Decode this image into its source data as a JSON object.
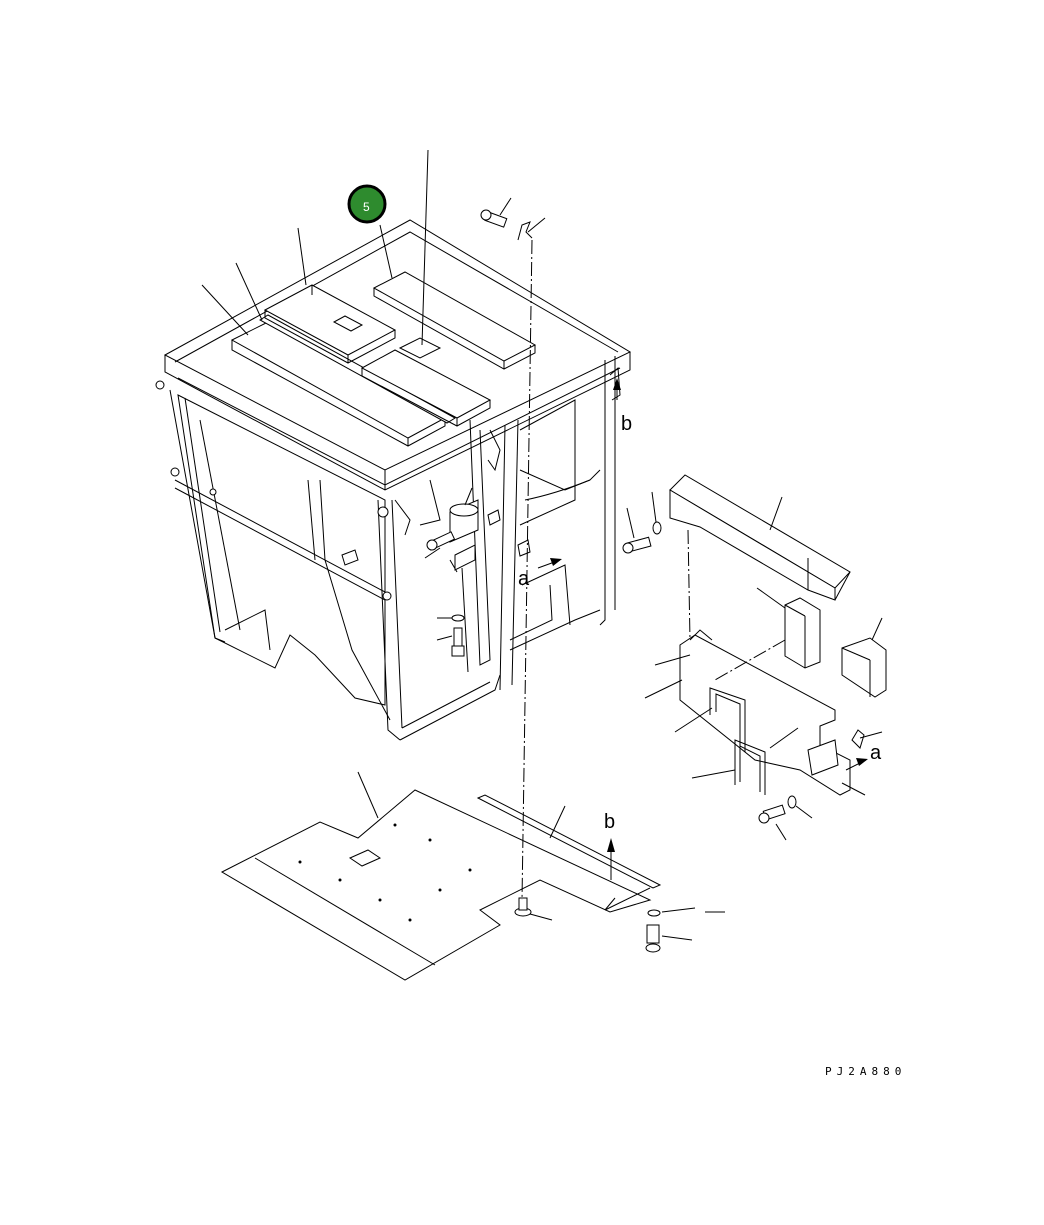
{
  "diagram": {
    "drawing_code": "PJ2A880",
    "callout": {
      "number": "5",
      "fill": "#2e8b2e",
      "ring": "#000000"
    },
    "view_labels": {
      "a1": "a",
      "a2": "a",
      "b1": "b",
      "b2": "b"
    }
  }
}
